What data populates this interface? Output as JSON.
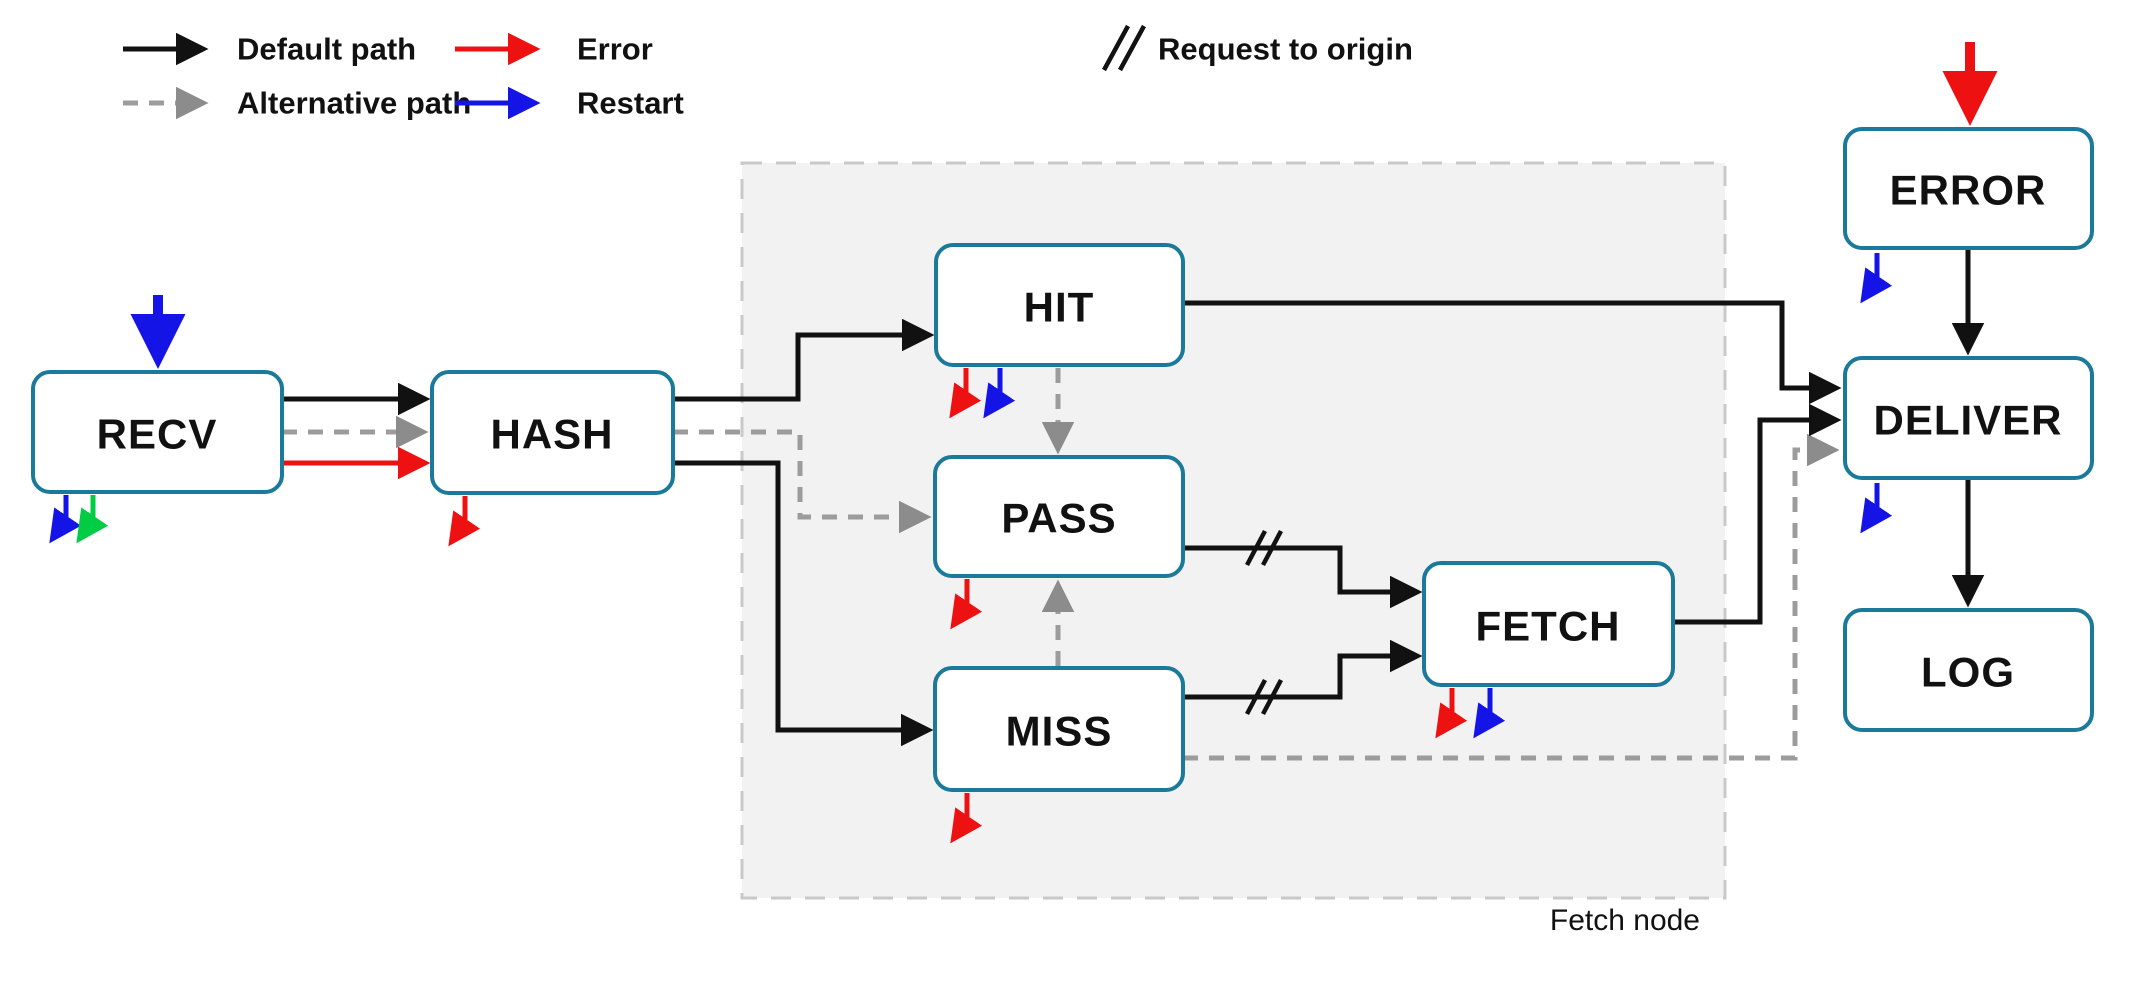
{
  "legend": {
    "default_path": "Default path",
    "alternative_path": "Alternative path",
    "error": "Error",
    "restart": "Restart",
    "request_to_origin": "Request to origin"
  },
  "cluster": {
    "label": "Fetch node"
  },
  "nodes": {
    "recv": {
      "label": "RECV"
    },
    "hash": {
      "label": "HASH"
    },
    "hit": {
      "label": "HIT"
    },
    "pass": {
      "label": "PASS"
    },
    "miss": {
      "label": "MISS"
    },
    "fetch": {
      "label": "FETCH"
    },
    "error": {
      "label": "ERROR"
    },
    "deliver": {
      "label": "DELIVER"
    },
    "log": {
      "label": "LOG"
    }
  },
  "colors": {
    "default_path": "#111111",
    "alternative_path": "#9c9c9c",
    "error": "#ee1111",
    "restart": "#1414e6",
    "start": "#00cc44",
    "node_border": "#1b7a99",
    "cluster_fill": "#f2f2f2",
    "cluster_border": "#c9c9c9"
  }
}
